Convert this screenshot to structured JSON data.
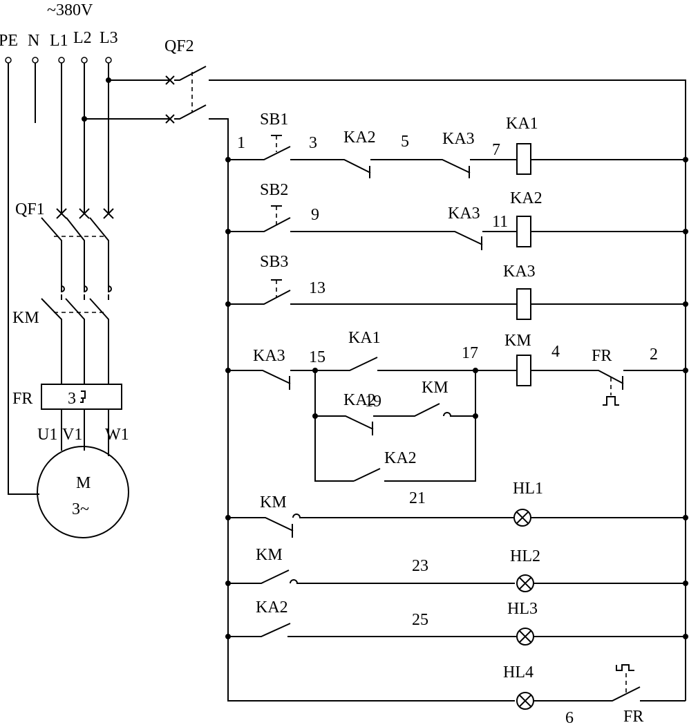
{
  "supply": {
    "voltage": "~380V",
    "lines": [
      "PE",
      "N",
      "L1",
      "L2",
      "L3"
    ]
  },
  "main_circuit": {
    "breaker": "QF1",
    "contactor": "KM",
    "overload_relay": "FR",
    "overload_poles": "3",
    "terminals": [
      "U1",
      "V1",
      "W1"
    ],
    "motor": {
      "name": "M",
      "phases": "3~"
    }
  },
  "control_breaker": "QF2",
  "rungs": {
    "r1": {
      "button": "SB1",
      "contacts": [
        "KA2",
        "KA3"
      ],
      "coil": "KA1",
      "nodes": [
        "1",
        "3",
        "5",
        "7"
      ]
    },
    "r2": {
      "button": "SB2",
      "contacts": [
        "KA3"
      ],
      "coil": "KA2",
      "nodes": [
        "9",
        "11"
      ]
    },
    "r3": {
      "button": "SB3",
      "coil": "KA3",
      "nodes": [
        "13"
      ]
    },
    "r4": {
      "contacts": [
        "KA3",
        "KA1",
        "KA2",
        "KM",
        "KA2"
      ],
      "coil": "KM",
      "overload": "FR",
      "nodes": [
        "15",
        "17",
        "19",
        "4",
        "2",
        "21"
      ]
    },
    "r5": {
      "contact": "KM",
      "lamp": "HL1"
    },
    "r6": {
      "contact": "KM",
      "lamp": "HL2",
      "node": "23"
    },
    "r7": {
      "contact": "KA2",
      "lamp": "HL3",
      "node": "25"
    },
    "r8": {
      "lamp": "HL4",
      "contact": "FR",
      "node": "6"
    }
  }
}
